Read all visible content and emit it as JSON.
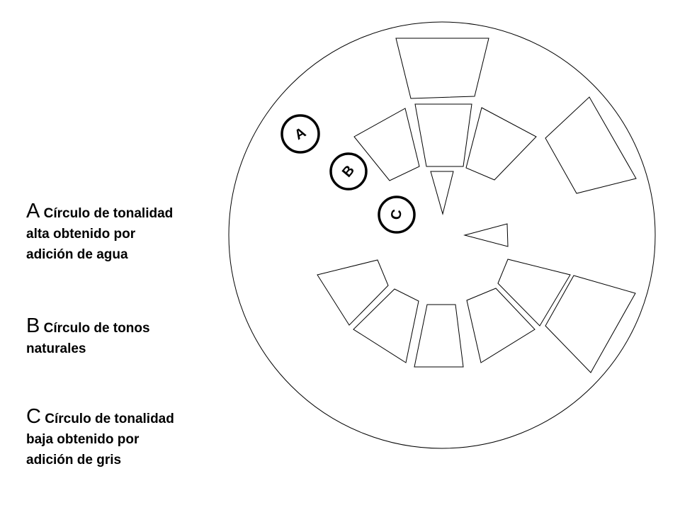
{
  "legend": [
    {
      "letter": "A",
      "lines": [
        "Círculo de tonalidad",
        "alta obtenido por",
        "adición de agua"
      ]
    },
    {
      "letter": "B",
      "lines": [
        "Círculo de tonos",
        "naturales"
      ]
    },
    {
      "letter": "C",
      "lines": [
        "Círculo de tonalidad",
        "baja obtenido por",
        "adición de gris"
      ]
    }
  ],
  "badges": [
    "A",
    "B",
    "C"
  ]
}
